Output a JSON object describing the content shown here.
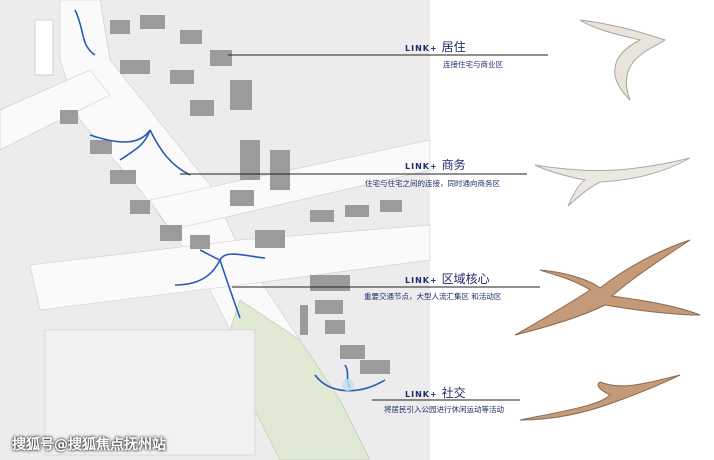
{
  "links": [
    {
      "prefix": "LINK+",
      "title": "居住",
      "desc": "连接住宅与商业区"
    },
    {
      "prefix": "LINK+",
      "title": "商务",
      "desc": "住宅与住宅之间的连接，同时通向商务区"
    },
    {
      "prefix": "LINK+",
      "title": "区域核心",
      "desc": "重要交通节点，大型人流汇集区 和活动区"
    },
    {
      "prefix": "LINK+",
      "title": "社交",
      "desc": "将居民引入公园进行休闲运动等活动"
    }
  ],
  "watermark": "搜狐号@搜狐焦点抚州站",
  "colors": {
    "text": "#1f2d6b",
    "path": "#2b5bb5",
    "park": "#dfe9d3",
    "bridge_white": "#e8e4dc",
    "bridge_wood": "#c49a78"
  }
}
